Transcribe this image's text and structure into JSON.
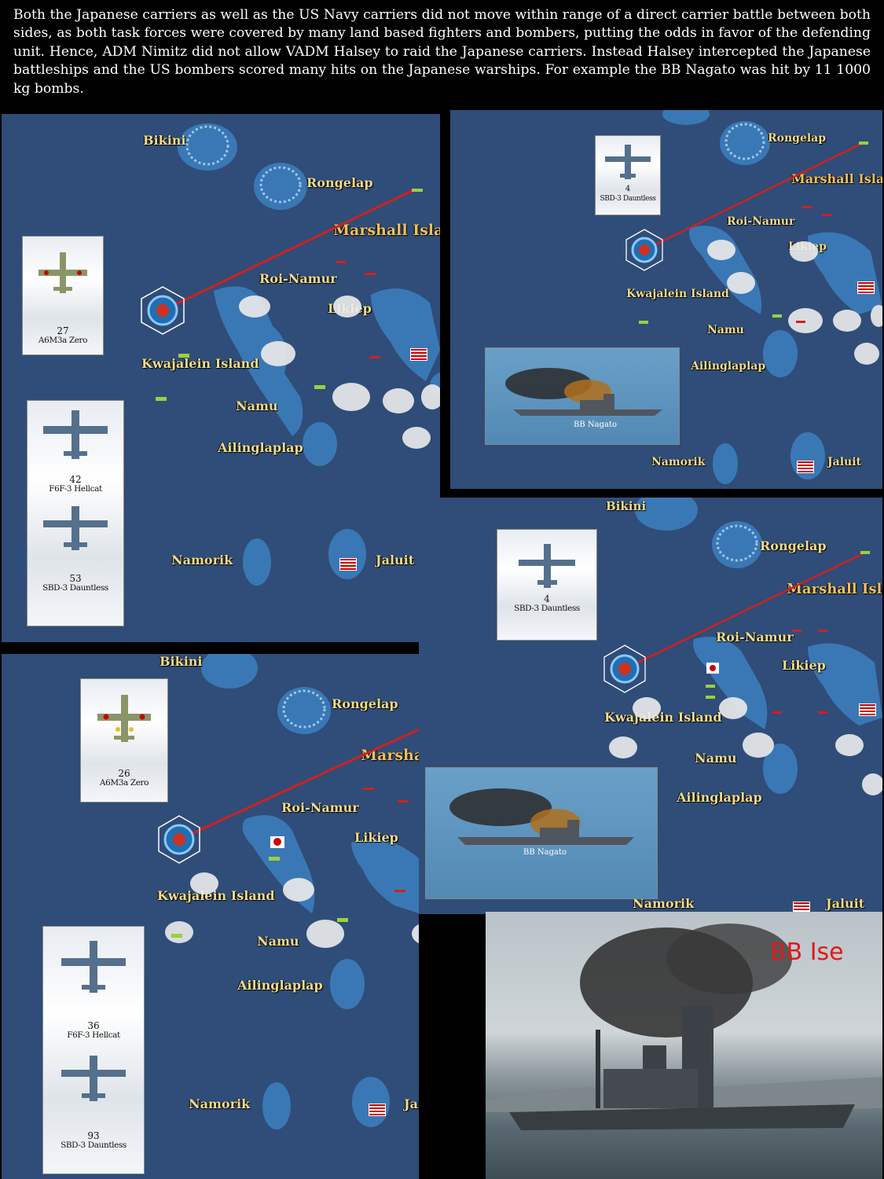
{
  "caption": "Both the Japanese carriers as well as the US Navy carriers did not move within range of a direct carrier battle between both sides, as both task forces were covered by many land based fighters and bombers, putting the odds in favor of the defending unit. Hence, ADM Nimitz did not allow VADM Halsey to raid the Japanese carriers. Instead Halsey intercepted the Japanese battleships and the US bombers scored many hits on the Japanese warships. For example the BB Nagato was hit by 11 1000 kg bombs.",
  "panel1": {
    "labels": {
      "bikini": "Bikini",
      "rongelap": "Rongelap",
      "marshall": "Marshall Islan",
      "roi": "Roi-Namur",
      "likiep": "Likiep",
      "kwaj": "Kwajalein Island",
      "namu": "Namu",
      "ailing": "Ailinglaplap",
      "namorik": "Namorik",
      "jaluit": "Jaluit"
    },
    "cards": [
      {
        "count": "27",
        "name": "A6M3a Zero"
      },
      {
        "count": "42",
        "name": "F6F-3 Hellcat"
      },
      {
        "count": "53",
        "name": "SBD-3 Dauntless"
      }
    ]
  },
  "panel2": {
    "labels": {
      "rongelap": "Rongelap",
      "marshall": "Marshall Islan",
      "roi": "Roi-Namur",
      "likiep": "Likiep",
      "kwaj": "Kwajalein Island",
      "namu": "Namu",
      "ailing": "Ailinglaplap",
      "namorik": "Namorik",
      "jaluit": "Jaluit"
    },
    "card": {
      "count": "4",
      "name": "SBD-3 Dauntless"
    },
    "ship_caption": "BB Nagato"
  },
  "panel3": {
    "labels": {
      "bikini": "Bikini",
      "rongelap": "Rongelap",
      "marshall": "Marshall Isla",
      "roi": "Roi-Namur",
      "likiep": "Likiep",
      "kwaj": "Kwajalein Island",
      "namu": "Namu",
      "ailing": "Ailinglaplap",
      "namorik": "Namorik",
      "jaluit": "Jaluit"
    },
    "card": {
      "count": "4",
      "name": "SBD-3 Dauntless"
    },
    "ship_caption": "BB Nagato"
  },
  "panel4": {
    "labels": {
      "bikini": "Bikini",
      "rongelap": "Rongelap",
      "marshall": "Marsha",
      "roi": "Roi-Namur",
      "likiep": "Likiep",
      "kwaj": "Kwajalein Island",
      "namu": "Namu",
      "ailing": "Ailinglaplap",
      "namorik": "Namorik",
      "jaluit": "Jaluit"
    },
    "cards": [
      {
        "count": "26",
        "name": "A6M3a Zero"
      },
      {
        "count": "36",
        "name": "F6F-3 Hellcat"
      },
      {
        "count": "93",
        "name": "SBD-3 Dauntless"
      }
    ]
  },
  "photo": {
    "label": "BB Ise"
  },
  "colors": {
    "sea": "#2f4d78",
    "shallow": "#3a78b5",
    "label": "#f2dc8c",
    "strike": "#d02020",
    "ise_label": "#e01a1a"
  }
}
